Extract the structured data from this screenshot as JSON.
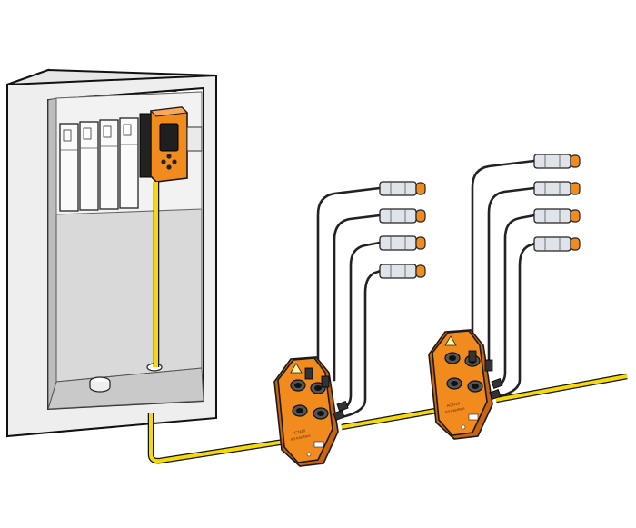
{
  "colors": {
    "yellow_cable": "#f5d90a",
    "orange_module": "#f28b1e",
    "orange_dark": "#c8630f",
    "cabinet_light": "#eeeeee",
    "cabinet_mid": "#d8d8d8",
    "cabinet_dark": "#bdbdbd",
    "sensor_body": "#dfe3ea",
    "sensor_cap": "#f28b1e",
    "cable_black": "#222222"
  },
  "cabinet": {
    "name": "control-cabinet",
    "icon": "switch-cabinet-icon",
    "din_modules": 4
  },
  "gateway": {
    "name": "fieldbus-gateway",
    "icon": "gateway-module-icon"
  },
  "io_modules": [
    {
      "name": "io-module-1",
      "icon": "ac-io-module-icon",
      "label_line1": "AC2410",
      "label_line2": "AS-Interface"
    },
    {
      "name": "io-module-2",
      "icon": "ac-io-module-icon",
      "label_line1": "AC2410",
      "label_line2": "AS-Interface"
    }
  ],
  "sensors_per_module": 4,
  "sensor_icon": "cylindrical-sensor-icon"
}
